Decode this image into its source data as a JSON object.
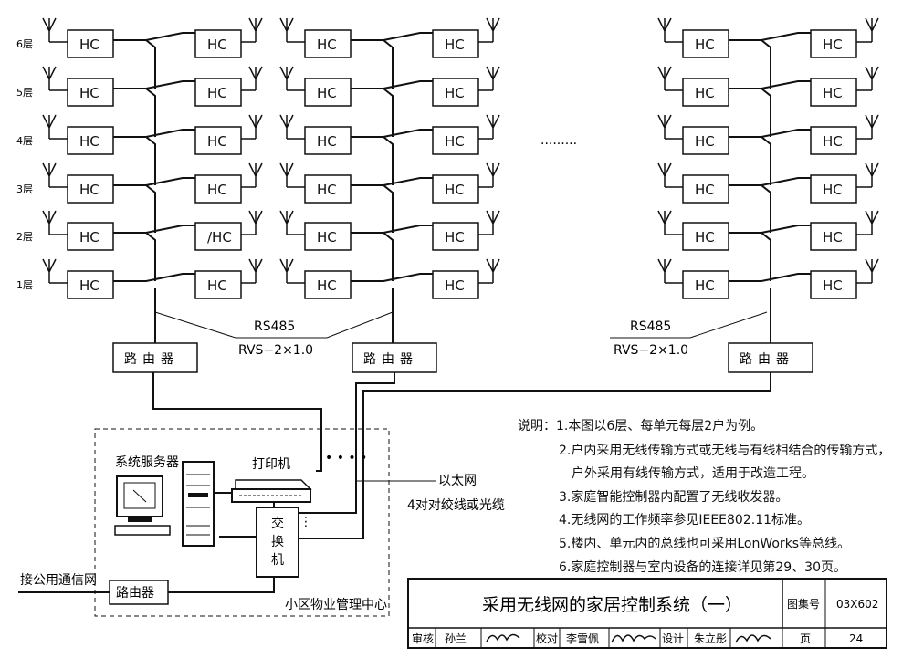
{
  "floors": [
    "6层",
    "5层",
    "4层",
    "3层",
    "2层",
    "1层"
  ],
  "hc_label": "HC",
  "hc_label_variant": "/HC",
  "ellipsis": "·········",
  "router_label": "路由器",
  "bus_labels": {
    "line1": "RS485",
    "line2": "RVS−2×1.0"
  },
  "center": {
    "server_label": "系统服务器",
    "printer_label": "打印机",
    "switch_label": "交换机",
    "router_label": "路由器",
    "public_net_label": "接公用通信网",
    "center_name": "小区物业管理中心",
    "ethernet_label1": "以太网",
    "ethernet_label2": "4对对绞线或光缆"
  },
  "notes": [
    "说明：1.本图以6层、每单元每层2户为例。",
    "2.户内采用无线传输方式或无线与有线相结合的传输方式，",
    "户外采用有线传输方式，适用于改造工程。",
    "3.家庭智能控制器内配置了无线收发器。",
    "4.无线网的工作频率参见IEEE802.11标准。",
    "5.楼内、单元内的总线也可采用LonWorks等总线。",
    "6.家庭控制器与室内设备的连接详见第29、30页。"
  ],
  "title_block": {
    "title": "采用无线网的家居控制系统（一）",
    "atlas_no_label": "图集号",
    "atlas_no": "03X602",
    "review_label": "审核",
    "reviewer": "孙兰",
    "check_label": "校对",
    "checker": "李雪佩",
    "design_label": "设计",
    "designer": "朱立彤",
    "page_label": "页",
    "page": "24"
  }
}
